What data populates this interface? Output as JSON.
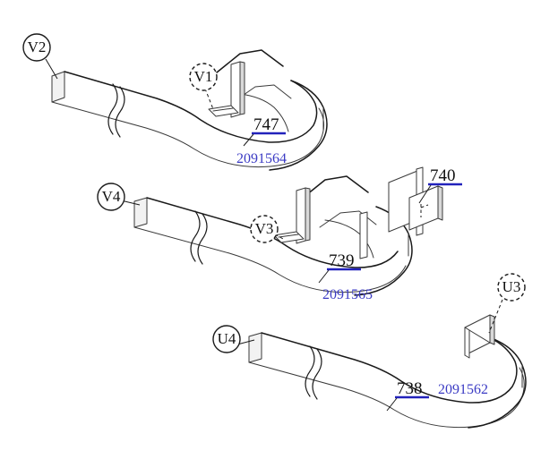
{
  "diagram": {
    "title": "Exploded parts diagram - three flexible strip assemblies",
    "background_color": "#ffffff",
    "line_color": "#1a1a1a",
    "reference_color": "#3b3bc4",
    "underline_color": "#2222bb"
  },
  "assemblies": [
    {
      "id": "top",
      "part_number": "747",
      "reference_number": "2091564",
      "balloons": [
        {
          "label": "V2",
          "style": "solid"
        },
        {
          "label": "V1",
          "style": "dashed"
        }
      ]
    },
    {
      "id": "middle",
      "part_number": "739",
      "reference_number": "2091565",
      "balloons": [
        {
          "label": "V4",
          "style": "solid"
        },
        {
          "label": "V3",
          "style": "dashed"
        }
      ],
      "attached_part": {
        "part_number": "740"
      }
    },
    {
      "id": "bottom",
      "part_number": "738",
      "reference_number": "2091562",
      "balloons": [
        {
          "label": "U4",
          "style": "solid"
        },
        {
          "label": "U3",
          "style": "dashed"
        }
      ]
    }
  ],
  "labels": {
    "balloon_v2": "V2",
    "balloon_v1": "V1",
    "balloon_v4": "V4",
    "balloon_v3": "V3",
    "balloon_u4": "U4",
    "balloon_u3": "U3",
    "part_747": "747",
    "part_739": "739",
    "part_740": "740",
    "part_738": "738",
    "ref_2091564": "2091564",
    "ref_2091565": "2091565",
    "ref_2091562": "2091562"
  }
}
